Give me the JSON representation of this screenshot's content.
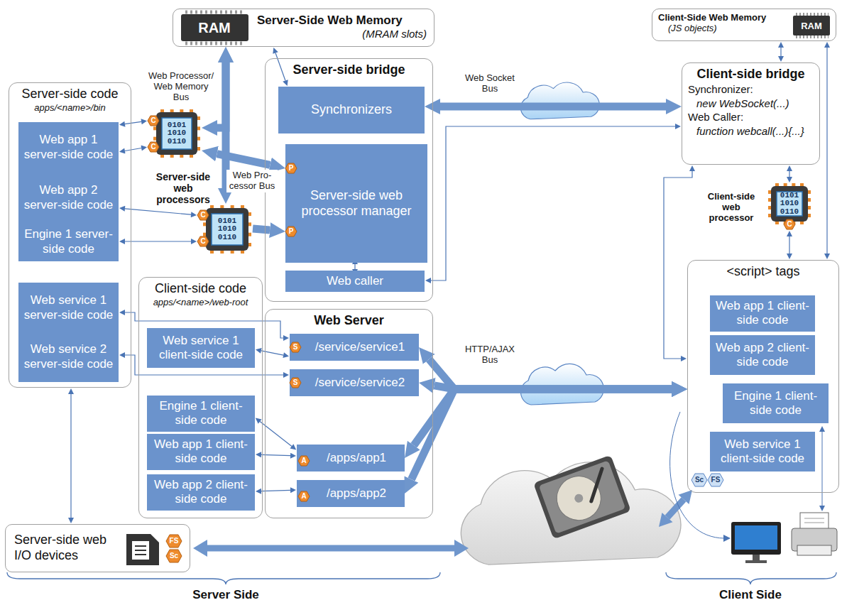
{
  "diagram": {
    "nodes": [
      {
        "text": [
          "Server-Side Web Memory",
          "(MRAM slots)"
        ]
      },
      {
        "text": [
          "Client-Side Web Memory",
          "(JS objects)"
        ]
      },
      {
        "text": [
          "Server-side code",
          "apps/<name>/bin"
        ]
      },
      {
        "text": [
          "Web app 1 server-side code"
        ],
        "in": 2
      },
      {
        "text": [
          "Web app 2 server-side code"
        ],
        "in": 2
      },
      {
        "text": [
          "Engine 1 server-side code"
        ],
        "in": 2
      },
      {
        "text": [
          "Web service 1 server-side code"
        ],
        "in": 2
      },
      {
        "text": [
          "Web service 2 server-side code"
        ],
        "in": 2
      },
      {
        "text": [
          "0101 1010 0110"
        ]
      },
      {
        "text": [
          "0101 1010 0110"
        ]
      },
      {
        "text": [
          "Server-side bridge"
        ]
      },
      {
        "text": [
          "Synchronizers"
        ],
        "in": 10
      },
      {
        "text": [
          "Server-side web processor manager"
        ],
        "in": 10
      },
      {
        "text": [
          "Web caller"
        ],
        "in": 10
      },
      {
        "text": [
          "Client-side bridge",
          "Synchronizer:",
          "new WebSocket(...)",
          "Web Caller:",
          "function webcall(...){...}"
        ]
      },
      {
        "text": [
          "0101 1010 0110"
        ]
      },
      {
        "text": [
          "Client-side code",
          "apps/<name>/web-root"
        ]
      },
      {
        "text": [
          "Web service 1 client-side code"
        ],
        "in": 16
      },
      {
        "text": [
          "Engine 1 client-side code"
        ],
        "in": 16
      },
      {
        "text": [
          "Web app 1 client-side code"
        ],
        "in": 16
      },
      {
        "text": [
          "Web app 2 client-side code"
        ],
        "in": 16
      },
      {
        "text": [
          "Web Server"
        ]
      },
      {
        "text": [
          "/service/service1"
        ],
        "in": 21
      },
      {
        "text": [
          "/service/service2"
        ],
        "in": 21
      },
      {
        "text": [
          "/apps/app1"
        ],
        "in": 21
      },
      {
        "text": [
          "/apps/app2"
        ],
        "in": 21
      },
      {
        "text": [
          "<script> tags"
        ]
      },
      {
        "text": [
          "Web app 1 client-side code"
        ],
        "in": 26
      },
      {
        "text": [
          "Web app 2 client-side code"
        ],
        "in": 26
      },
      {
        "text": [
          "Engine 1 client-side code"
        ],
        "in": 26
      },
      {
        "text": [
          "Web service 1 client-side code"
        ],
        "in": 26
      },
      {
        "text": [
          "Server-side web I/O devices"
        ]
      }
    ],
    "edges": [
      {
        "from": 3,
        "to": 8,
        "arrow": "both"
      },
      {
        "from": 3,
        "to": 8,
        "arrow": "both"
      },
      {
        "from": 4,
        "to": 9,
        "arrow": "both"
      },
      {
        "from": 5,
        "to": 9,
        "arrow": "both"
      },
      {
        "from": 0,
        "to": 9,
        "arrow": "both"
      },
      {
        "from": 8,
        "to": 0,
        "arrow": "both"
      },
      {
        "from": 8,
        "to": 12,
        "arrow": "both"
      },
      {
        "from": 9,
        "to": 12,
        "arrow": "to"
      },
      {
        "from": 0,
        "to": 11,
        "arrow": "both"
      },
      {
        "from": 12,
        "to": 13,
        "arrow": "both"
      },
      {
        "from": 11,
        "to": 14,
        "arrow": "both"
      },
      {
        "from": 13,
        "to": 14,
        "arrow": "both"
      },
      {
        "from": 14,
        "to": 26,
        "arrow": "both"
      },
      {
        "from": 1,
        "to": 14,
        "arrow": "both"
      },
      {
        "from": 1,
        "to": 26,
        "arrow": "both"
      },
      {
        "from": 14,
        "to": 15,
        "arrow": "both"
      },
      {
        "from": 15,
        "to": 26,
        "arrow": "both"
      },
      {
        "from": 6,
        "to": 22,
        "arrow": "both"
      },
      {
        "from": 17,
        "to": 22,
        "arrow": "both"
      },
      {
        "from": 7,
        "to": 23,
        "arrow": "both"
      },
      {
        "from": 18,
        "to": 24,
        "arrow": "both"
      },
      {
        "from": 19,
        "to": 24,
        "arrow": "both"
      },
      {
        "from": 20,
        "to": 25,
        "arrow": "both"
      },
      {
        "from": 22,
        "to": 26,
        "arrow": "both"
      },
      {
        "from": 23,
        "to": 26,
        "arrow": "both"
      },
      {
        "from": 24,
        "to": 26,
        "arrow": "both"
      },
      {
        "from": 25,
        "to": 26,
        "arrow": "both"
      },
      {
        "from": 2,
        "to": 31,
        "arrow": "both"
      }
    ],
    "labels": [
      "RAM",
      "RAM",
      "Web Processor/ Web Memory Bus",
      "Web Pro- cessor Bus",
      "Server-side web processors",
      "Web Socket Bus",
      "HTTP/AJAX Bus",
      "Client-side web processor",
      "Server Side",
      "Client Side",
      "C",
      "C",
      "C",
      "C",
      "P",
      "P",
      "C",
      "S",
      "S",
      "A",
      "A",
      "FS",
      "Sc",
      "Sc",
      "FS"
    ]
  }
}
